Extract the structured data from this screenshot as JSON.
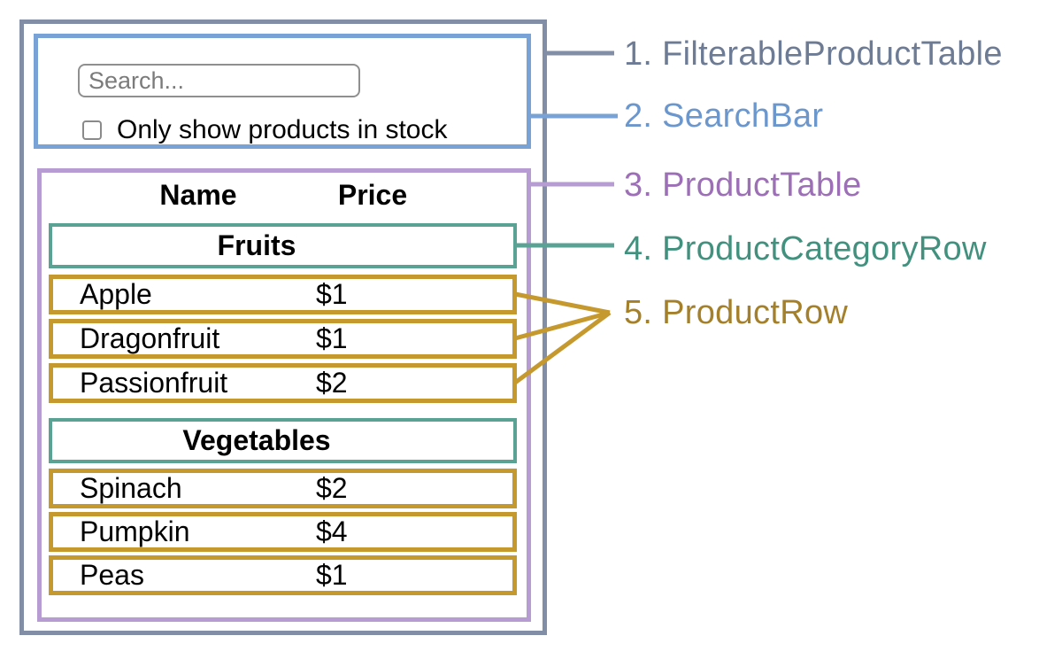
{
  "search_bar": {
    "input_placeholder": "Search...",
    "checkbox_label": "Only show products in stock",
    "checkbox_checked": false
  },
  "table": {
    "columns": {
      "name": "Name",
      "price": "Price"
    },
    "sections": [
      {
        "category": "Fruits",
        "rows": [
          {
            "name": "Apple",
            "price": "$1",
            "out_of_stock": false
          },
          {
            "name": "Dragonfruit",
            "price": "$1",
            "out_of_stock": false
          },
          {
            "name": "Passionfruit",
            "price": "$2",
            "out_of_stock": true
          }
        ]
      },
      {
        "category": "Vegetables",
        "rows": [
          {
            "name": "Spinach",
            "price": "$2",
            "out_of_stock": false
          },
          {
            "name": "Pumpkin",
            "price": "$4",
            "out_of_stock": true
          },
          {
            "name": "Peas",
            "price": "$1",
            "out_of_stock": false
          }
        ]
      }
    ]
  },
  "legend": [
    {
      "label": "1. FilterableProductTable",
      "color": "#6d7b95"
    },
    {
      "label": "2. SearchBar",
      "color": "#6b97cd"
    },
    {
      "label": "3. ProductTable",
      "color": "#9c6fb6"
    },
    {
      "label": "4. ProductCategoryRow",
      "color": "#42917f"
    },
    {
      "label": "5. ProductRow",
      "color": "#a5802b"
    }
  ],
  "colors": {
    "filterable_product_table_border": "#828ea6",
    "search_bar_border": "#79a3d6",
    "product_table_border": "#b79bd3",
    "category_row_border": "#5aa294",
    "product_row_border": "#c6992e",
    "out_of_stock_text": "#fb2c1f",
    "input_border": "#8f8f8f",
    "placeholder_text": "#7b7b7b"
  }
}
